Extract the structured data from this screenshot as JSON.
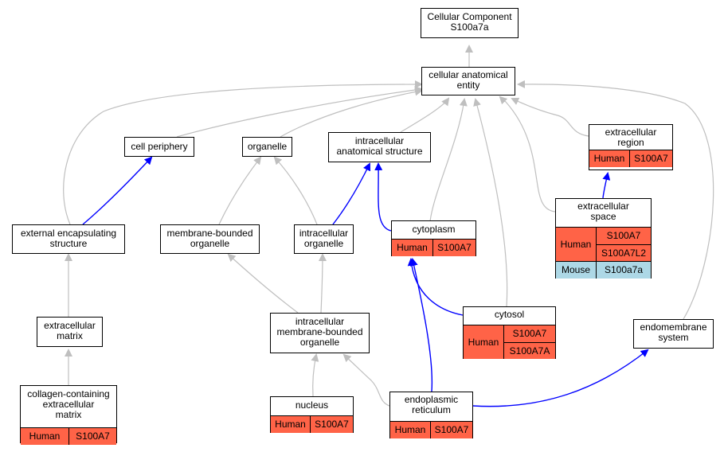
{
  "colors": {
    "human": "#ff6347",
    "mouse": "#add8e6",
    "is_a_edge": "#bfbfbf",
    "part_of_edge": "#0000ff"
  },
  "nodes": {
    "root": {
      "line1": "Cellular Component",
      "line2": "S100a7a"
    },
    "cae": {
      "line1": "cellular anatomical",
      "line2": "entity"
    },
    "cell_periphery": {
      "line1": "cell periphery"
    },
    "organelle": {
      "line1": "organelle"
    },
    "ias": {
      "line1": "intracellular",
      "line2": "anatomical structure"
    },
    "ext_region": {
      "line1": "extracellular",
      "line2": "region",
      "species": "Human",
      "gene": "S100A7"
    },
    "ext_space": {
      "line1": "extracellular",
      "line2": "space",
      "species_human": "Human",
      "genes_human": [
        "S100A7",
        "S100A7L2"
      ],
      "species_mouse": "Mouse",
      "gene_mouse": "S100a7a"
    },
    "ece": {
      "line1": "external encapsulating",
      "line2": "structure"
    },
    "mbo": {
      "line1": "membrane-bounded",
      "line2": "organelle"
    },
    "io": {
      "line1": "intracellular",
      "line2": "organelle"
    },
    "cytoplasm": {
      "line1": "cytoplasm",
      "species": "Human",
      "gene": "S100A7"
    },
    "ecm": {
      "line1": "extracellular",
      "line2": "matrix"
    },
    "imbo": {
      "line1": "intracellular",
      "line2": "membrane-bounded",
      "line3": "organelle"
    },
    "cytosol": {
      "line1": "cytosol",
      "species": "Human",
      "genes": [
        "S100A7",
        "S100A7A"
      ]
    },
    "endomembrane": {
      "line1": "endomembrane",
      "line2": "system"
    },
    "ccecm": {
      "line1": "collagen-containing",
      "line2": "extracellular",
      "line3": "matrix",
      "species": "Human",
      "gene": "S100A7"
    },
    "nucleus": {
      "line1": "nucleus",
      "species": "Human",
      "gene": "S100A7"
    },
    "er": {
      "line1": "endoplasmic",
      "line2": "reticulum",
      "species": "Human",
      "gene": "S100A7"
    }
  }
}
